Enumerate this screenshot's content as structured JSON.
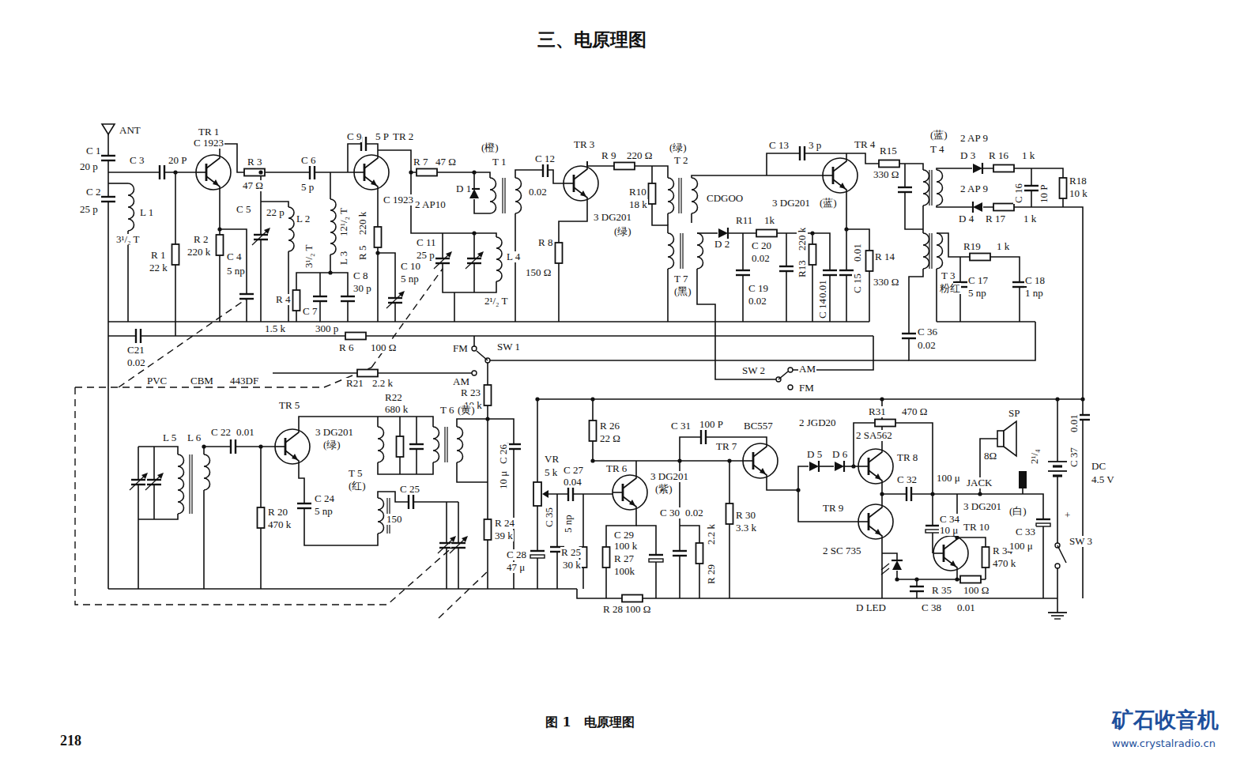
{
  "diagram": {
    "title": "三、电原理图",
    "caption": "图 1　电原理图",
    "labels": [
      "ANT",
      "C 1",
      "20 p",
      "C 2",
      "25 p",
      "L 1",
      "3¹/₂ T",
      "C 3",
      "20 P",
      "TR 1",
      "C 1923",
      "R 3",
      "47 Ω",
      "R 2",
      "220 k",
      "R 1",
      "22 k",
      "C 6",
      "5 p",
      "22 p",
      "C 5",
      "C 4",
      "5 np",
      "L 2",
      "3¹/₂ T",
      "12¹/₂ T",
      "L 3",
      "220 k",
      "R 5",
      "C 8",
      "30 p",
      "C 9",
      "5 P",
      "TR 2",
      "C 1923",
      "R 7",
      "47 Ω",
      "D 1",
      "2 AP10",
      "(橙)",
      "T 1",
      "C 12",
      "0.02",
      "TR 3",
      "R 9",
      "220 Ω",
      "(绿)",
      "T 2",
      "R10",
      "18 k",
      "CDGOO",
      "3 DG201",
      "(绿)",
      "R 8",
      "150 Ω",
      "C 11",
      "25 p",
      "L 4",
      "2¹/₂ T",
      "C 10",
      "5 np",
      "R 4",
      "C 7",
      "1.5 k",
      "300 p",
      "C 13",
      "3 p",
      "TR 4",
      "3 DG201",
      "(蓝)",
      "R11",
      "1k",
      "D 2",
      "C 20",
      "0.02",
      "220 k",
      "R13",
      "0.01",
      "C 15",
      "R 14",
      "330 Ω",
      "C 19",
      "0.02",
      "0.01",
      "C 14",
      "T 7",
      "(黑)",
      "R15",
      "330 Ω",
      "(蓝)",
      "T 4",
      "2 AP 9",
      "D 3",
      "R 16",
      "1 k",
      "2 AP 9",
      "D 4",
      "R 17",
      "1 k",
      "C 16",
      "10 P",
      "R18",
      "10 k",
      "R19",
      "1 k",
      "T 3",
      "粉红",
      "C 17",
      "5 np",
      "C 18",
      "1 np",
      "C 36",
      "0.02",
      "C21",
      "0.02",
      "R 6",
      "100 Ω",
      "FM",
      "SW 1",
      "PVC",
      "CBM",
      "443DF",
      "R21",
      "2.2 k",
      "AM",
      "SW 2",
      "AM",
      "FM",
      "R 23",
      "10 k",
      "C 22",
      "0.01",
      "L 5",
      "L 6",
      "TR 5",
      "3 DG201",
      "(绿)",
      "R22",
      "680 k",
      "T 6",
      "(黄)",
      "T 5",
      "(红)",
      "C 24",
      "5 np",
      "C 25",
      "150",
      "R 20",
      "470 k",
      "C 26",
      "10 μ",
      "R 24",
      "39 k",
      "VR",
      "5 k",
      "C 27",
      "0.04",
      "C 35",
      "5 np",
      "C 28",
      "47 μ",
      "R 25",
      "30 k",
      "R 26",
      "22 Ω",
      "C 31",
      "100 P",
      "TR 6",
      "3 DG201",
      "(紫)",
      "C 29",
      "100 k",
      "R 27",
      "100k",
      "C 30",
      "0.02",
      "2.2 k",
      "R 29",
      "TR 7",
      "BC557",
      "R 30",
      "3.3 k",
      "R 28",
      "100 Ω",
      "2 JGD20",
      "D 5",
      "D 6",
      "R31",
      "470 Ω",
      "2 SA562",
      "TR 8",
      "C 32",
      "100 μ",
      "TR 9",
      "2 SC 735",
      "C 34",
      "10 μ",
      "TR 10",
      "R 34",
      "470 k",
      "R 35",
      "100 Ω",
      "D LED",
      "C 38",
      "0.01",
      "3 DG201",
      "(白)",
      "SP",
      "8Ω",
      "2¹/₄",
      "JACK",
      "C 33",
      "100 μ",
      "0.01",
      "C 37",
      "DC",
      "4.5 V",
      "+",
      "SW 3",
      "218",
      "矿石收音机",
      "www.crystalradio.cn"
    ]
  }
}
